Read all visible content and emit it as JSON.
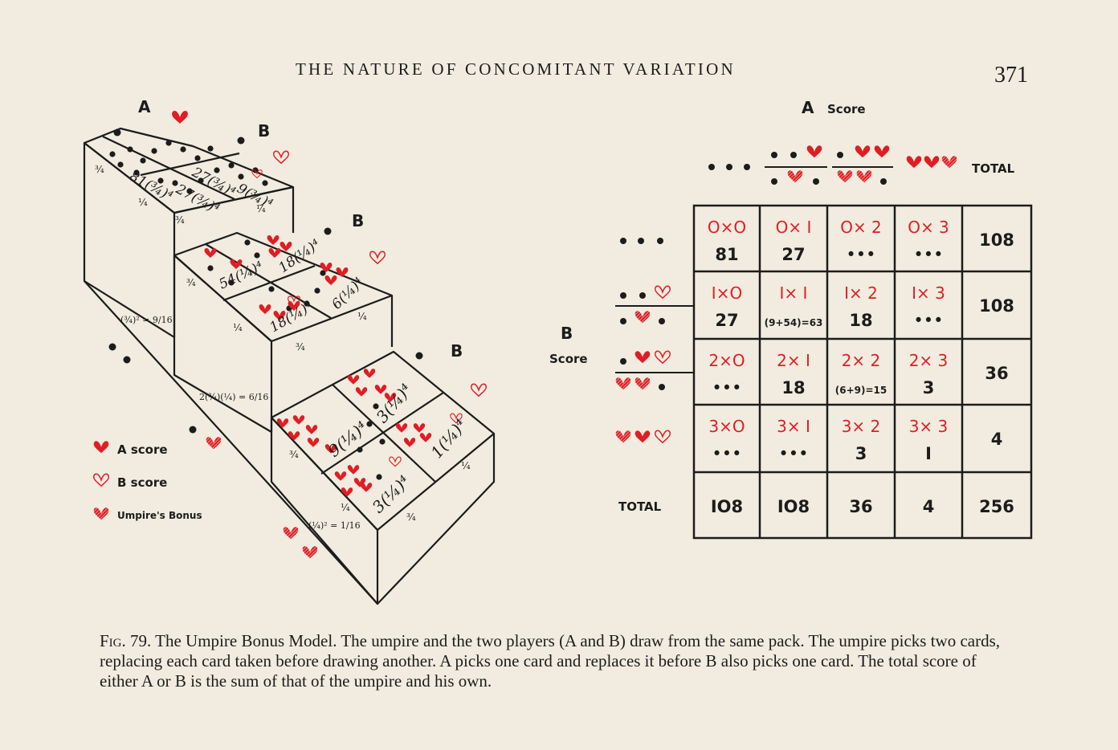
{
  "header": {
    "running_title": "THE NATURE OF CONCOMITANT VARIATION",
    "page_number": "371"
  },
  "colors": {
    "heart_red": "#e11d24",
    "ink": "#1c1c1c",
    "paper": "#f1ecdf"
  },
  "model": {
    "label_a": "A",
    "label_b": "B",
    "top_tier": {
      "cells": [
        "81(¾)⁴",
        "27(¾)⁴",
        "27(¾)⁴",
        "9(¾)⁴"
      ],
      "edges": [
        "¾",
        "¼",
        "¾",
        "¼"
      ]
    },
    "middle_tier": {
      "cells": [
        "54(¼)⁴",
        "18(¼)⁴",
        "18(¼)⁴",
        "6(¼)⁴"
      ],
      "edges": [
        "¾",
        "¼",
        "¾",
        "¼"
      ]
    },
    "bottom_tier": {
      "cells": [
        "9(¼)⁴",
        "3(¼)⁴",
        "3(¼)⁴",
        "1(¼)⁴"
      ],
      "edges": [
        "¾",
        "¼",
        "¼",
        "¾"
      ]
    },
    "side_formulas": [
      "(¾)² = 9/16",
      "2(¾)(¼) = 6/16",
      "(¼)² = 1/16"
    ]
  },
  "legend": [
    {
      "icon": "filled-heart-icon",
      "label": "A score"
    },
    {
      "icon": "outline-heart-icon",
      "label": "B score"
    },
    {
      "icon": "hatched-heart-icon",
      "label": "Umpire's Bonus"
    }
  ],
  "table": {
    "a_axis_label": "A",
    "a_axis_sub": "Score",
    "b_axis_label": "B",
    "b_axis_sub": "Score",
    "total_label": "TOTAL",
    "rows": [
      {
        "cells": [
          {
            "top": "O×O",
            "bottom": "81"
          },
          {
            "top": "O× I",
            "bottom": "27"
          },
          {
            "top": "O× 2",
            "bottom": "•••"
          },
          {
            "top": "O× 3",
            "bottom": "•••"
          }
        ],
        "total": "108"
      },
      {
        "cells": [
          {
            "top": "I×O",
            "bottom": "27"
          },
          {
            "top": "I× I",
            "bottom": "(9+54)=63"
          },
          {
            "top": "I× 2",
            "bottom": "18"
          },
          {
            "top": "I× 3",
            "bottom": "•••"
          }
        ],
        "total": "108"
      },
      {
        "cells": [
          {
            "top": "2×O",
            "bottom": "•••"
          },
          {
            "top": "2× I",
            "bottom": "18"
          },
          {
            "top": "2× 2",
            "bottom": "(6+9)=15"
          },
          {
            "top": "2× 3",
            "bottom": "3"
          }
        ],
        "total": "36"
      },
      {
        "cells": [
          {
            "top": "3×O",
            "bottom": "•••"
          },
          {
            "top": "3× I",
            "bottom": "•••"
          },
          {
            "top": "3× 2",
            "bottom": "3"
          },
          {
            "top": "3× 3",
            "bottom": "I"
          }
        ],
        "total": "4"
      }
    ],
    "col_totals": [
      "IO8",
      "IO8",
      "36",
      "4",
      "256"
    ]
  },
  "caption": {
    "fig_label": "Fig. 79.",
    "text": "The Umpire Bonus Model. The umpire and the two players (A and B) draw from the same pack. The umpire picks two cards, replacing each card taken before drawing another. A picks one card and replaces it before B also picks one card. The total score of either A or B is the sum of that of the umpire and his own."
  }
}
